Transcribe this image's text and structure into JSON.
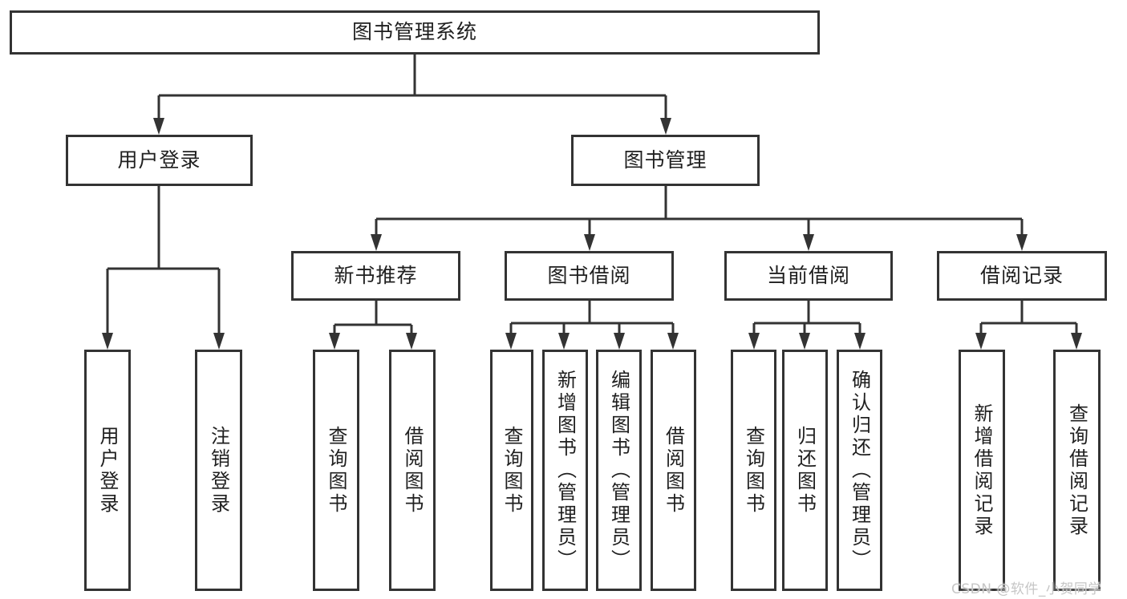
{
  "diagram": {
    "title": "图书管理系统",
    "branches": [
      {
        "label": "用户登录",
        "children": [
          {
            "label": "用户登录"
          },
          {
            "label": "注销登录"
          }
        ]
      },
      {
        "label": "图书管理",
        "children": [
          {
            "label": "新书推荐",
            "children": [
              {
                "label": "查询图书"
              },
              {
                "label": "借阅图书"
              }
            ]
          },
          {
            "label": "图书借阅",
            "children": [
              {
                "label": "查询图书"
              },
              {
                "label": "新增图书（管理员）"
              },
              {
                "label": "编辑图书（管理员）"
              },
              {
                "label": "借阅图书"
              }
            ]
          },
          {
            "label": "当前借阅",
            "children": [
              {
                "label": "查询图书"
              },
              {
                "label": "归还图书"
              },
              {
                "label": "确认归还（管理员）"
              }
            ]
          },
          {
            "label": "借阅记录",
            "children": [
              {
                "label": "新增借阅记录"
              },
              {
                "label": "查询借阅记录"
              }
            ]
          }
        ]
      }
    ]
  },
  "watermark": {
    "text": "CSDN @软件_小贺同学"
  },
  "colors": {
    "background": "#ffffff",
    "border": "#333333",
    "line": "#333333",
    "text": "#1f1f1f",
    "watermark": "#c6c6c6"
  }
}
